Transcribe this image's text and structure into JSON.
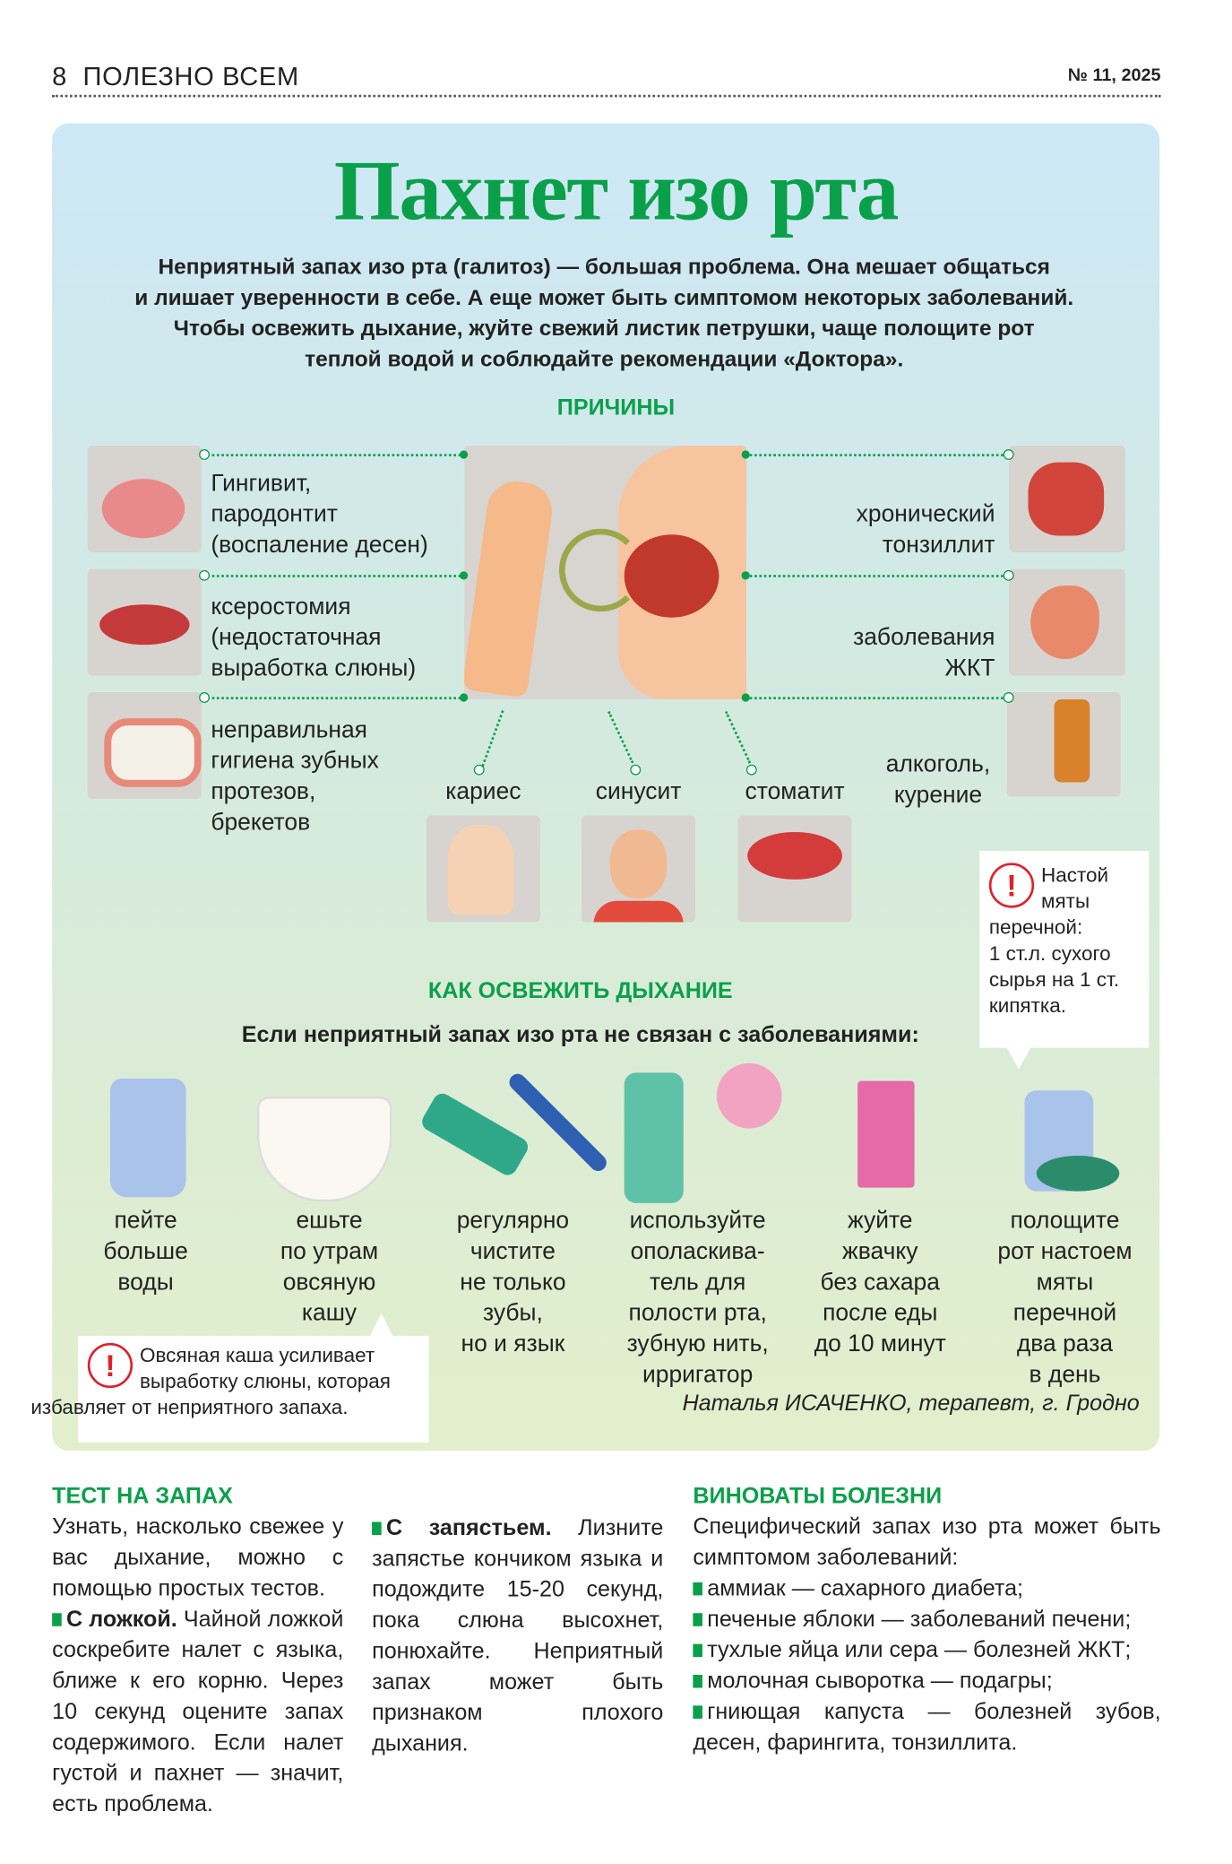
{
  "header": {
    "page_number": "8",
    "section": "ПОЛЕЗНО ВСЕМ",
    "issue": "№ 11, 2025"
  },
  "title": "Пахнет изо рта",
  "intro": [
    "Неприятный запах изо рта (галитоз) — большая проблема. Она мешает общаться",
    "и лишает уверенности в себе. А еще может быть симптомом некоторых заболеваний.",
    "Чтобы освежить дыхание, жуйте свежий листик петрушки, чаще полощите рот",
    "теплой водой и соблюдайте рекомендации «Доктора»."
  ],
  "causes": {
    "heading": "ПРИЧИНЫ",
    "left": [
      {
        "label": [
          "Гингивит,",
          "пародонтит",
          "(воспаление десен)"
        ],
        "icon": "inflamed-gums-icon"
      },
      {
        "label": [
          "ксеростомия",
          "(недостаточная",
          "выработка слюны)"
        ],
        "icon": "dry-lips-icon"
      },
      {
        "label": [
          "неправильная",
          "гигиена зубных",
          "протезов,",
          "брекетов"
        ],
        "icon": "dentures-icon"
      }
    ],
    "right": [
      {
        "label": [
          "хронический",
          "тонзиллит"
        ],
        "icon": "tonsils-icon"
      },
      {
        "label": [
          "заболевания",
          "ЖКТ"
        ],
        "icon": "stomach-icon"
      },
      {
        "label": [
          "алкоголь,",
          "курение"
        ],
        "icon": "alcohol-cigarette-icon"
      }
    ],
    "bottom": [
      {
        "label": "кариес",
        "icon": "decayed-tooth-icon"
      },
      {
        "label": "синусит",
        "icon": "sick-man-icon"
      },
      {
        "label": "стоматит",
        "icon": "mouth-ulcer-icon"
      }
    ]
  },
  "tip_mint": {
    "lines": [
      "Настой",
      "мяты",
      "перечной:",
      "1 ст.л. сухого",
      "сырья на 1 ст.",
      "кипятка."
    ]
  },
  "freshen": {
    "heading": "КАК ОСВЕЖИТЬ ДЫХАНИЕ",
    "subheading": "Если неприятный запах изо рта не связан с заболеваниями:",
    "items": [
      {
        "lines": [
          "пейте",
          "больше",
          "воды"
        ],
        "icon": "water-glass-icon"
      },
      {
        "lines": [
          "ешьте",
          "по утрам",
          "овсяную",
          "кашу"
        ],
        "icon": "oatmeal-bowl-icon"
      },
      {
        "lines": [
          "регулярно",
          "чистите",
          "не только",
          "зубы,",
          "но и язык"
        ],
        "icon": "toothbrush-toothpaste-icon"
      },
      {
        "lines": [
          "используйте",
          "ополаскива-",
          "тель для",
          "полости рта,",
          "зубную нить,",
          "ирригатор"
        ],
        "icon": "mouthwash-floss-icon"
      },
      {
        "lines": [
          "жуйте",
          "жвачку",
          "без сахара",
          "после еды",
          "до 10 минут"
        ],
        "icon": "chewing-gum-icon"
      },
      {
        "lines": [
          "полощите",
          "рот настоем",
          "мяты",
          "перечной",
          "два раза",
          "в день"
        ],
        "icon": "mint-glass-icon"
      }
    ]
  },
  "tip_oat": {
    "lines": [
      "Овсяная каша усиливает",
      "выработку слюны, которая",
      "избавляет от неприятного запаха."
    ]
  },
  "author": "Наталья ИСАЧЕНКО, терапевт, г. Гродно",
  "columns": {
    "test_heading": "ТЕСТ НА ЗАПАХ",
    "test_intro": "Узнать, насколько свежее у вас дыхание, можно с помощью простых тестов.",
    "spoon_title": "С ложкой.",
    "spoon_text": "Чайной ложкой соскребите налет с языка, ближе к его корню. Через 10 секунд оцените запах содержимого. Если налет густой и пахнет — значит, есть проблема.",
    "wrist_title": "С запястьем.",
    "wrist_text": "Лизните запястье кончиком языка и подождите 15-20 секунд, пока слюна высохнет, понюхайте. Неприятный запах может быть признаком плохого дыхания.",
    "disease_heading": "ВИНОВАТЫ БОЛЕЗНИ",
    "disease_intro": "Специфический запах изо рта может быть симптомом заболеваний:",
    "disease_list": [
      "аммиак — сахарного диабета;",
      "печеные яблоки — заболеваний печени;",
      "тухлые яйца или сера — болезней ЖКТ;",
      "молочная сыворотка — подагры;",
      "гниющая капуста — болезней зубов, десен, фарингита, тонзиллита."
    ]
  },
  "colors": {
    "accent": "#0aa04a",
    "alert": "#e0202a"
  }
}
